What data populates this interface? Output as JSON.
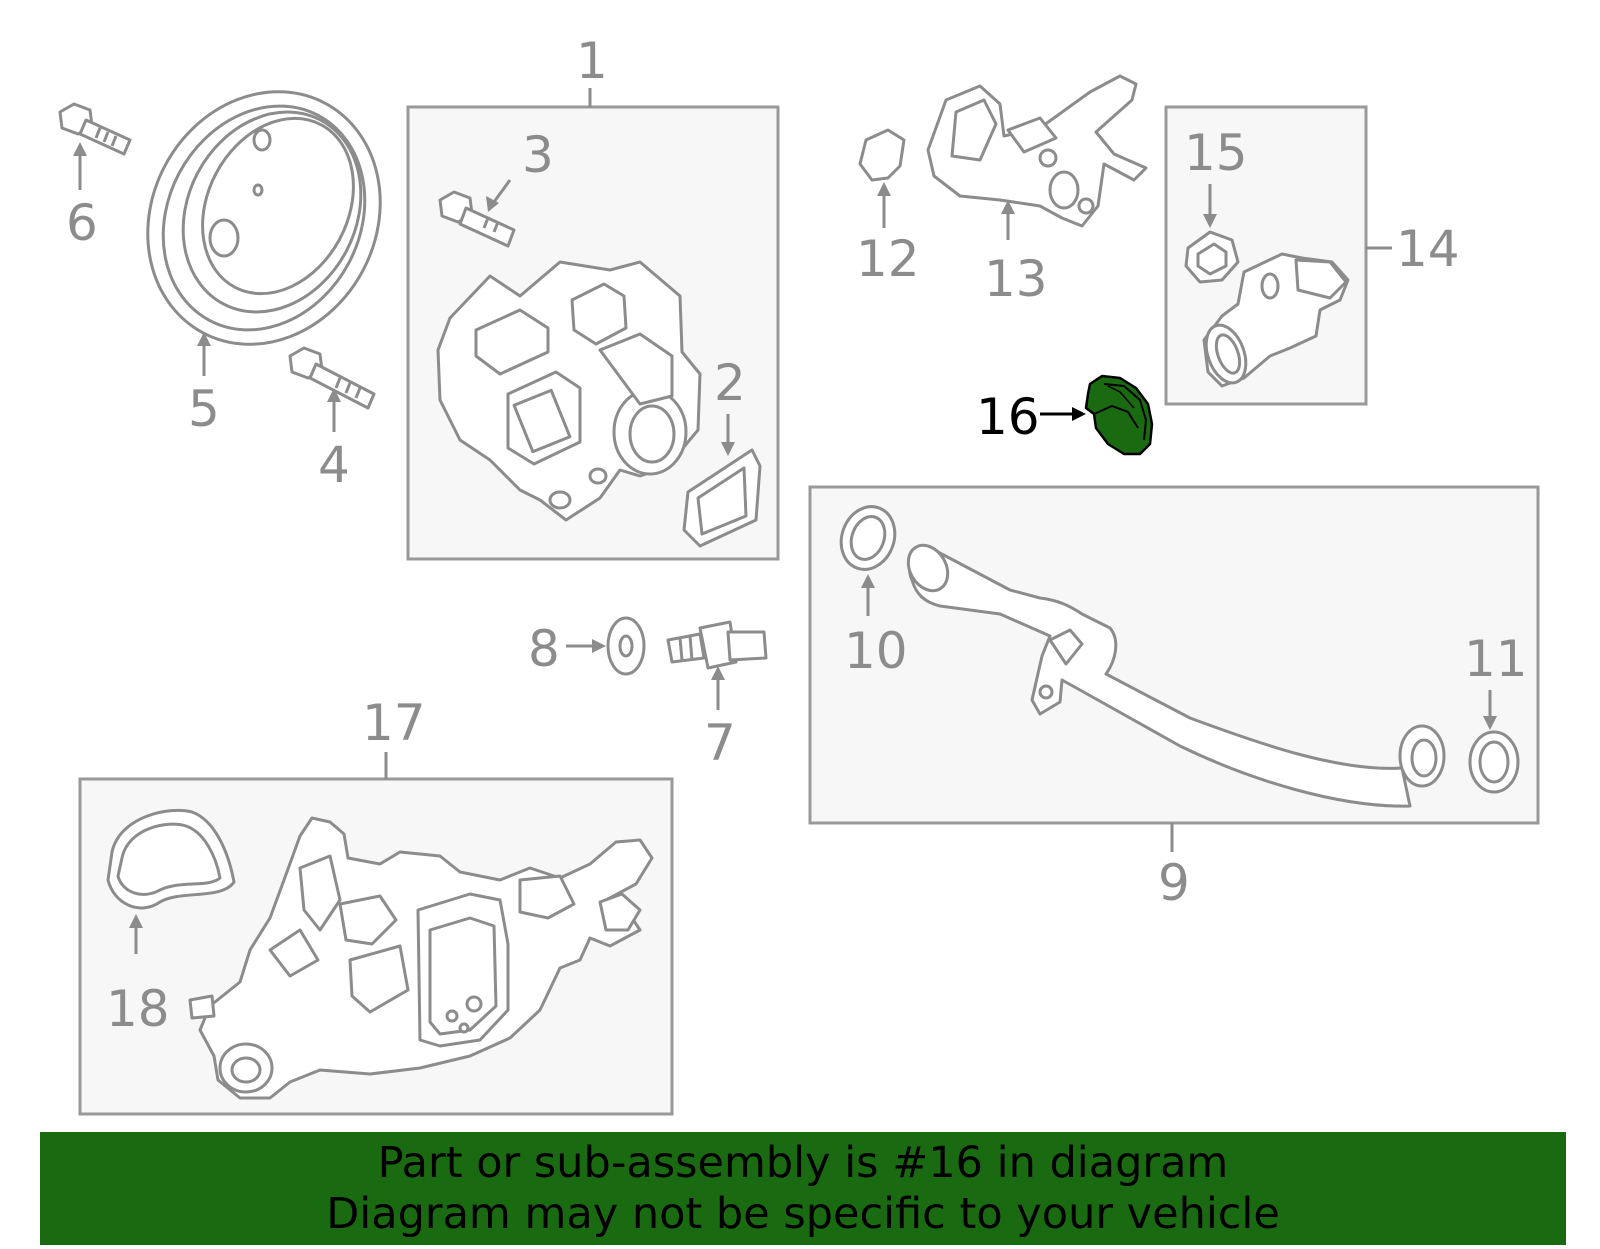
{
  "callouts": {
    "c1": "1",
    "c2": "2",
    "c3": "3",
    "c4": "4",
    "c5": "5",
    "c6": "6",
    "c7": "7",
    "c8": "8",
    "c9": "9",
    "c10": "10",
    "c11": "11",
    "c12": "12",
    "c13": "13",
    "c14": "14",
    "c15": "15",
    "c16": "16",
    "c17": "17",
    "c18": "18"
  },
  "highlight": {
    "part_number": "16",
    "color": "#1a6a12"
  },
  "banner": {
    "line1": "Part or sub-assembly is #16 in diagram",
    "line2": "Diagram may not be specific to your vehicle",
    "background": "#1a6a12"
  }
}
